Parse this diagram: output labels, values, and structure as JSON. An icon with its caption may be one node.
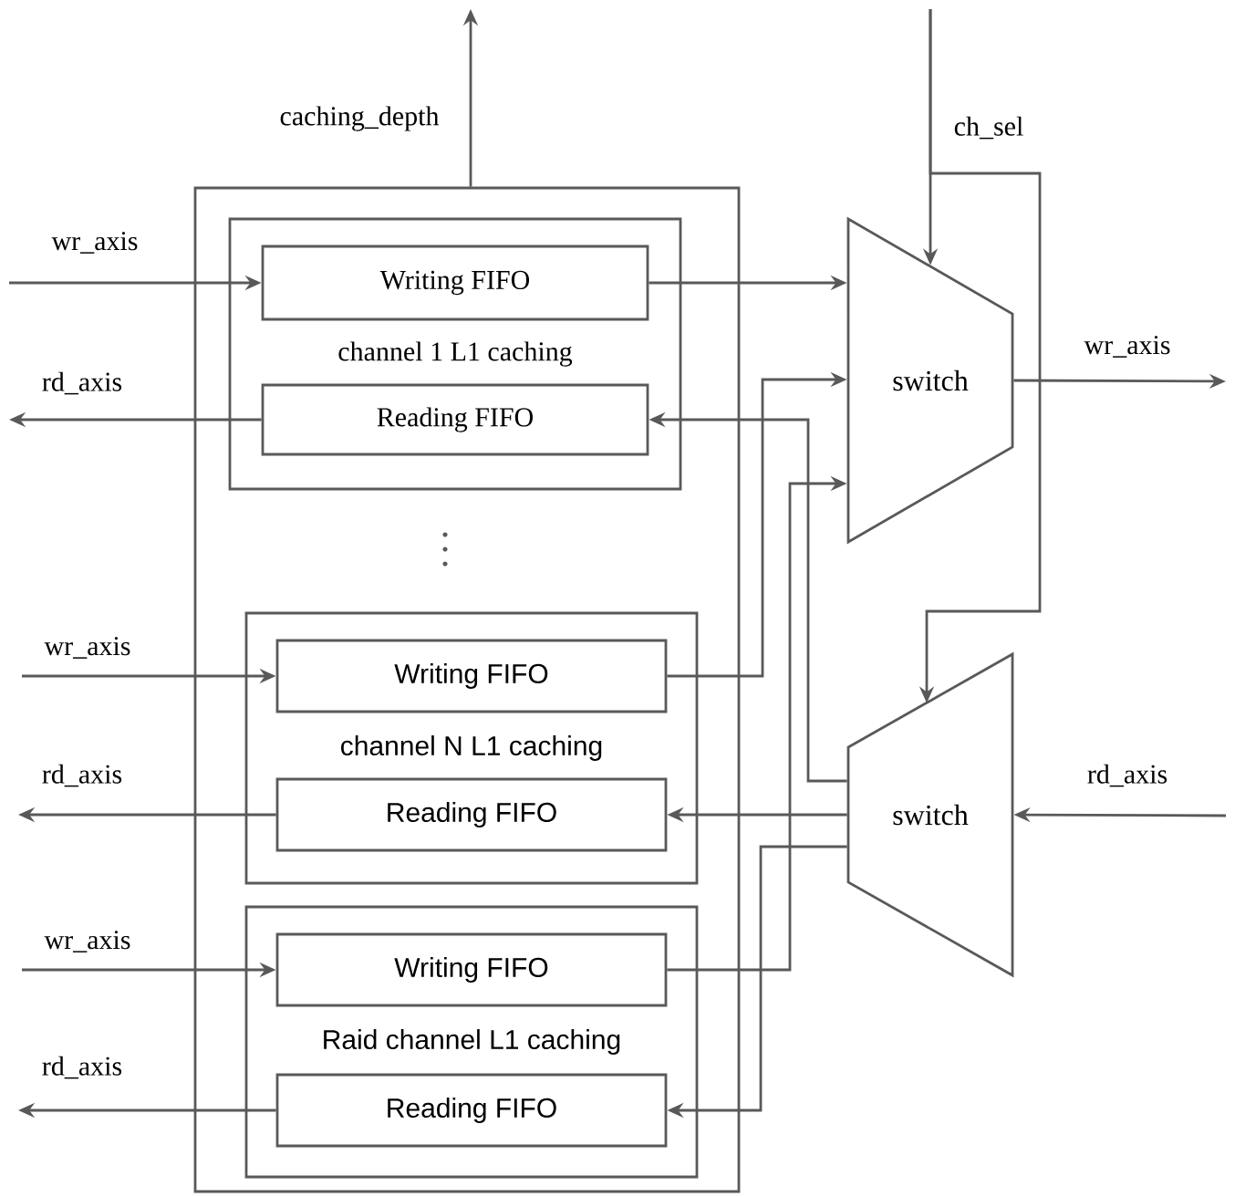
{
  "diagram": {
    "nodes": [
      {
        "text": [],
        "shape": "box"
      },
      {
        "text": [
          "channel 1 L1 caching"
        ],
        "in": 0
      },
      {
        "text": [
          "Writing FIFO"
        ],
        "in": 1
      },
      {
        "text": [
          "Reading FIFO"
        ],
        "in": 1
      },
      {
        "text": [
          "channel N L1 caching"
        ],
        "in": 0
      },
      {
        "text": [
          "Writing FIFO"
        ],
        "in": 4
      },
      {
        "text": [
          "Reading FIFO"
        ],
        "in": 4
      },
      {
        "text": [
          "Raid channel L1 caching"
        ],
        "in": 0
      },
      {
        "text": [
          "Writing FIFO"
        ],
        "in": 7
      },
      {
        "text": [
          "Reading FIFO"
        ],
        "in": 7
      },
      {
        "text": [
          "switch"
        ]
      },
      {
        "text": [
          "switch"
        ]
      }
    ],
    "edges": [
      {
        "from": 0,
        "to": null,
        "arrow": "to",
        "label": "caching_depth"
      },
      {
        "from": null,
        "to": 2,
        "arrow": "to",
        "label": "wr_axis"
      },
      {
        "from": 3,
        "to": null,
        "arrow": "to",
        "label": "rd_axis"
      },
      {
        "from": null,
        "to": 5,
        "arrow": "to",
        "label": "wr_axis"
      },
      {
        "from": 6,
        "to": null,
        "arrow": "to",
        "label": "rd_axis"
      },
      {
        "from": null,
        "to": 8,
        "arrow": "to",
        "label": "wr_axis"
      },
      {
        "from": 9,
        "to": null,
        "arrow": "to",
        "label": "rd_axis"
      },
      {
        "from": null,
        "to": 10,
        "arrow": "to",
        "label": "ch_sel"
      },
      {
        "from": null,
        "to": 11,
        "arrow": "to"
      },
      {
        "from": 10,
        "to": null,
        "arrow": "to",
        "label": "wr_axis"
      },
      {
        "from": null,
        "to": 11,
        "arrow": "to",
        "label": "rd_axis"
      },
      {
        "from": 2,
        "to": 10,
        "arrow": "to"
      },
      {
        "from": 5,
        "to": 10,
        "arrow": "to"
      },
      {
        "from": 8,
        "to": 10,
        "arrow": "to"
      },
      {
        "from": 11,
        "to": 3,
        "arrow": "to"
      },
      {
        "from": 11,
        "to": 6,
        "arrow": "to"
      },
      {
        "from": 11,
        "to": 9,
        "arrow": "to"
      }
    ]
  }
}
